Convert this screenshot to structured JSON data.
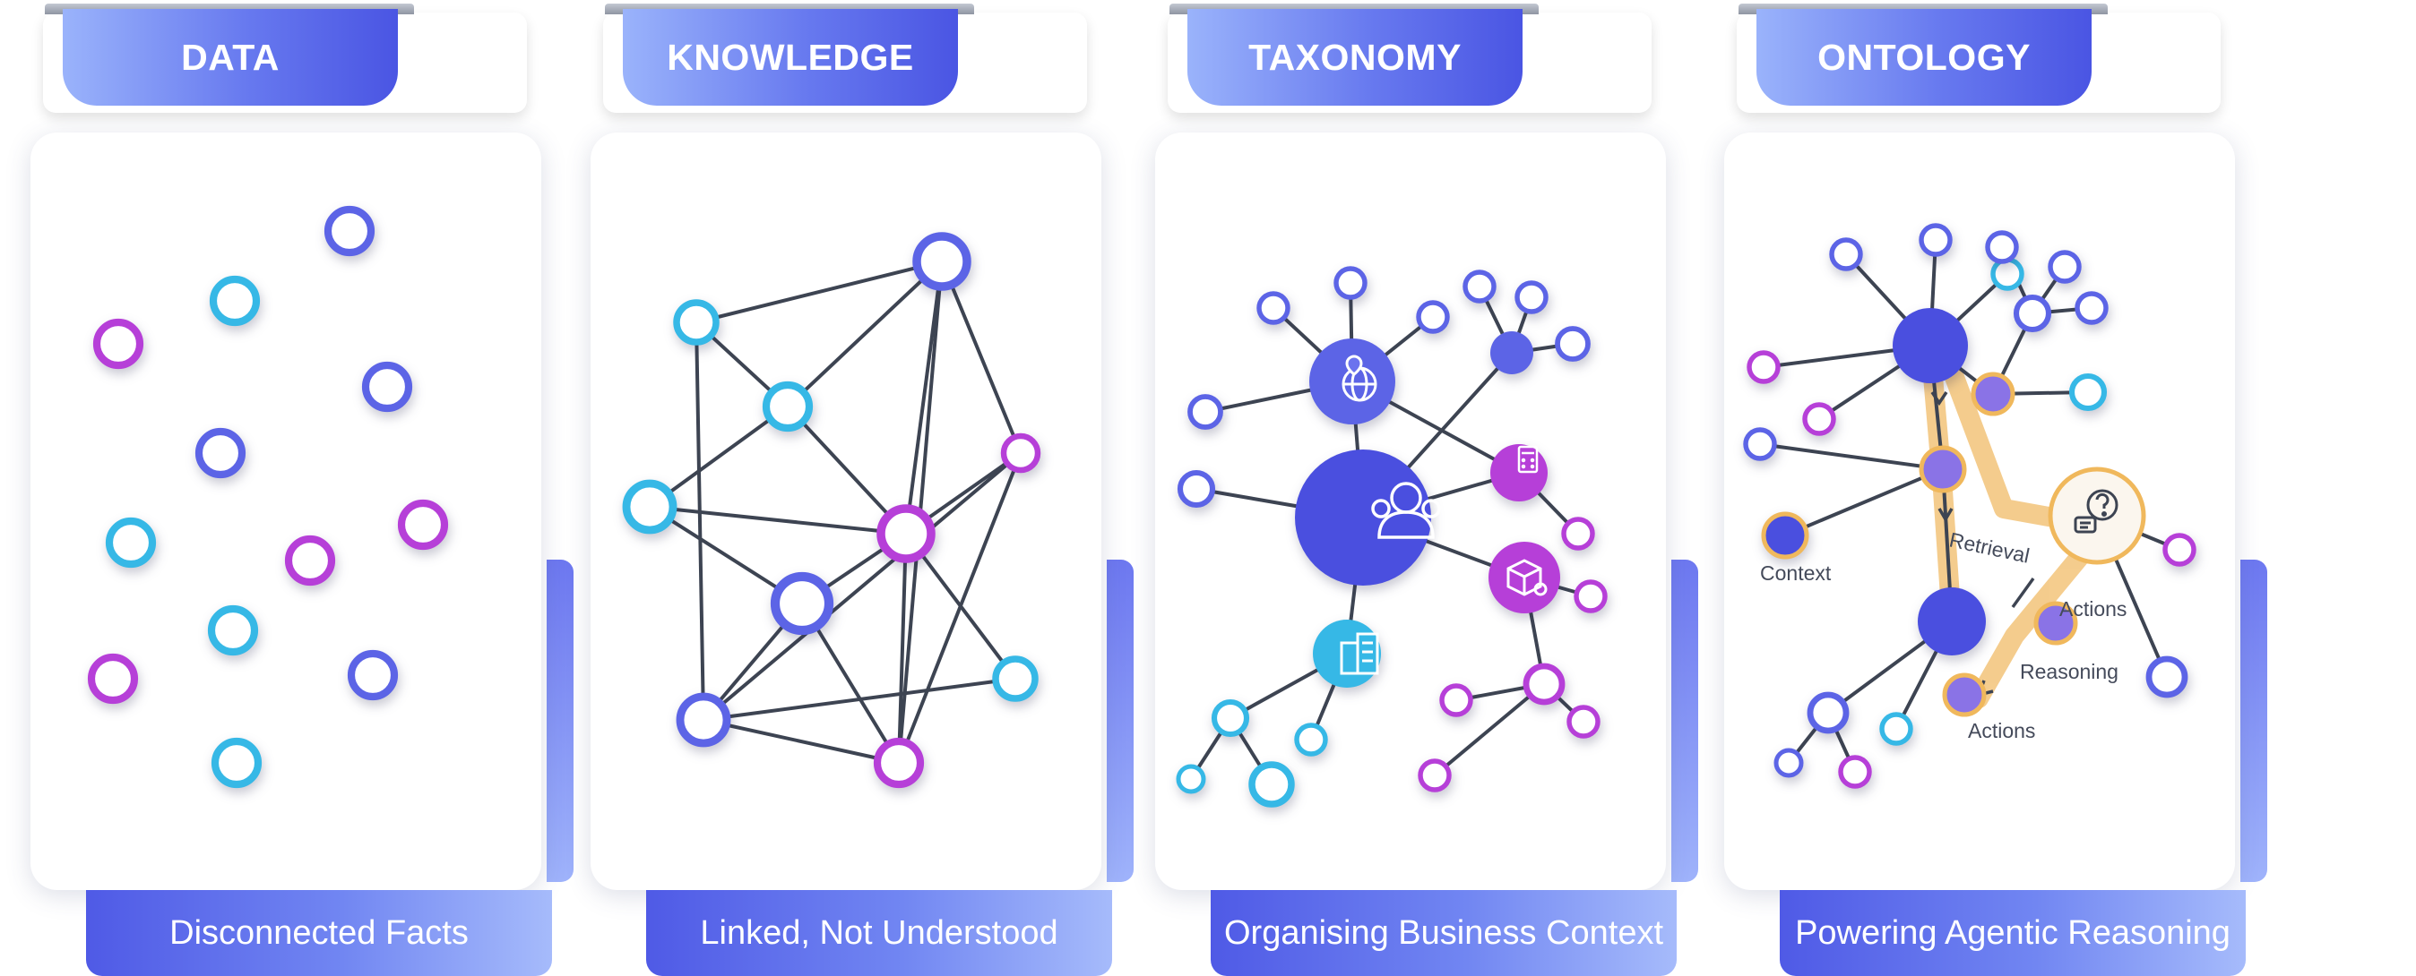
{
  "panels": [
    {
      "title": "DATA",
      "caption": "Disconnected Facts"
    },
    {
      "title": "KNOWLEDGE",
      "caption": "Linked, Not Understood"
    },
    {
      "title": "TAXONOMY",
      "caption": "Organising Business Context"
    },
    {
      "title": "ONTOLOGY",
      "caption": "Powering Agentic Reasoning"
    }
  ],
  "ontology_labels": {
    "context": "Context",
    "retrieval": "Retrieval",
    "actions_1": "Actions",
    "reasoning": "Reasoning",
    "actions_2": "Actions"
  },
  "icons": {
    "taxonomy_nodes": [
      "globe-location-icon",
      "user-group-icon",
      "building-icon",
      "calculator-icon",
      "package-settings-icon"
    ],
    "ontology_hub": "question-chat-icon"
  },
  "colors": {
    "cyan": "#36b8e6",
    "blue": "#5c64e6",
    "purple": "#b63fd8",
    "hub": "#4a4fdf",
    "highlight": "#f0b85c"
  }
}
